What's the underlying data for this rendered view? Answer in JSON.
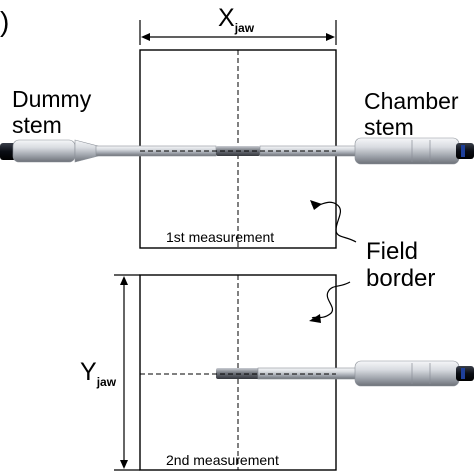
{
  "panel_marker": ")",
  "labels": {
    "x_jaw_main": "X",
    "x_jaw_sub": "jaw",
    "y_jaw_main": "Y",
    "y_jaw_sub": "jaw",
    "dummy_line1": "Dummy",
    "dummy_line2": "stem",
    "chamber_line1": "Chamber",
    "chamber_line2": "stem",
    "field_line1": "Field",
    "field_line2": "border",
    "measurement_1": "1st measurement",
    "measurement_2": "2nd measurement"
  },
  "colors": {
    "line": "#000000",
    "stem_light": "#eef0f3",
    "stem_mid": "#b9bdc4",
    "stem_dark": "#6d7178",
    "cable": "#0a0d14",
    "cable_blue": "#1e3f9a"
  }
}
